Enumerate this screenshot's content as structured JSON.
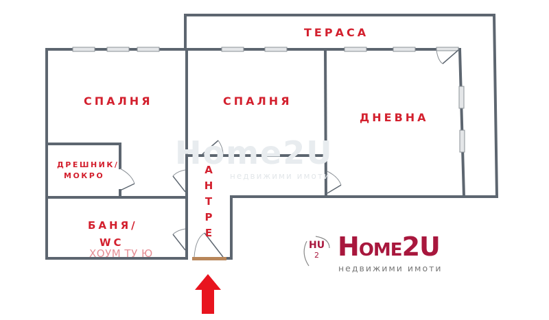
{
  "plan": {
    "wall_color": "#5d6670",
    "label_color": "#d3202e",
    "entrance_arrow_color": "#e8141e",
    "entrance_door_color": "#b8865a",
    "rooms": [
      {
        "id": "terrace",
        "label": "ТЕРАСА"
      },
      {
        "id": "bedroom-1",
        "label": "СПАЛНЯ"
      },
      {
        "id": "bedroom-2",
        "label": "СПАЛНЯ"
      },
      {
        "id": "living-room",
        "label": "ДНЕВНА"
      },
      {
        "id": "wardrobe",
        "label_line1": "ДРЕШНИК/",
        "label_line2": "МОКРО"
      },
      {
        "id": "bathroom",
        "label_line1": "БАНЯ/",
        "label_line2": "WC"
      },
      {
        "id": "hallway",
        "label_letters": [
          "А",
          "Н",
          "Т",
          "Р",
          "Е"
        ]
      }
    ],
    "watermark_text": "ХОУМ ТУ Ю",
    "background_watermark": "Home2U",
    "background_watermark_sub": "недвижими имоти"
  },
  "logo": {
    "badge_top": "HU",
    "badge_sub": "2",
    "brand_h": "H",
    "brand_ome": "OME",
    "brand_2u": "2U",
    "tagline": "недвижими  имоти",
    "brand_color": "#a8173d"
  }
}
